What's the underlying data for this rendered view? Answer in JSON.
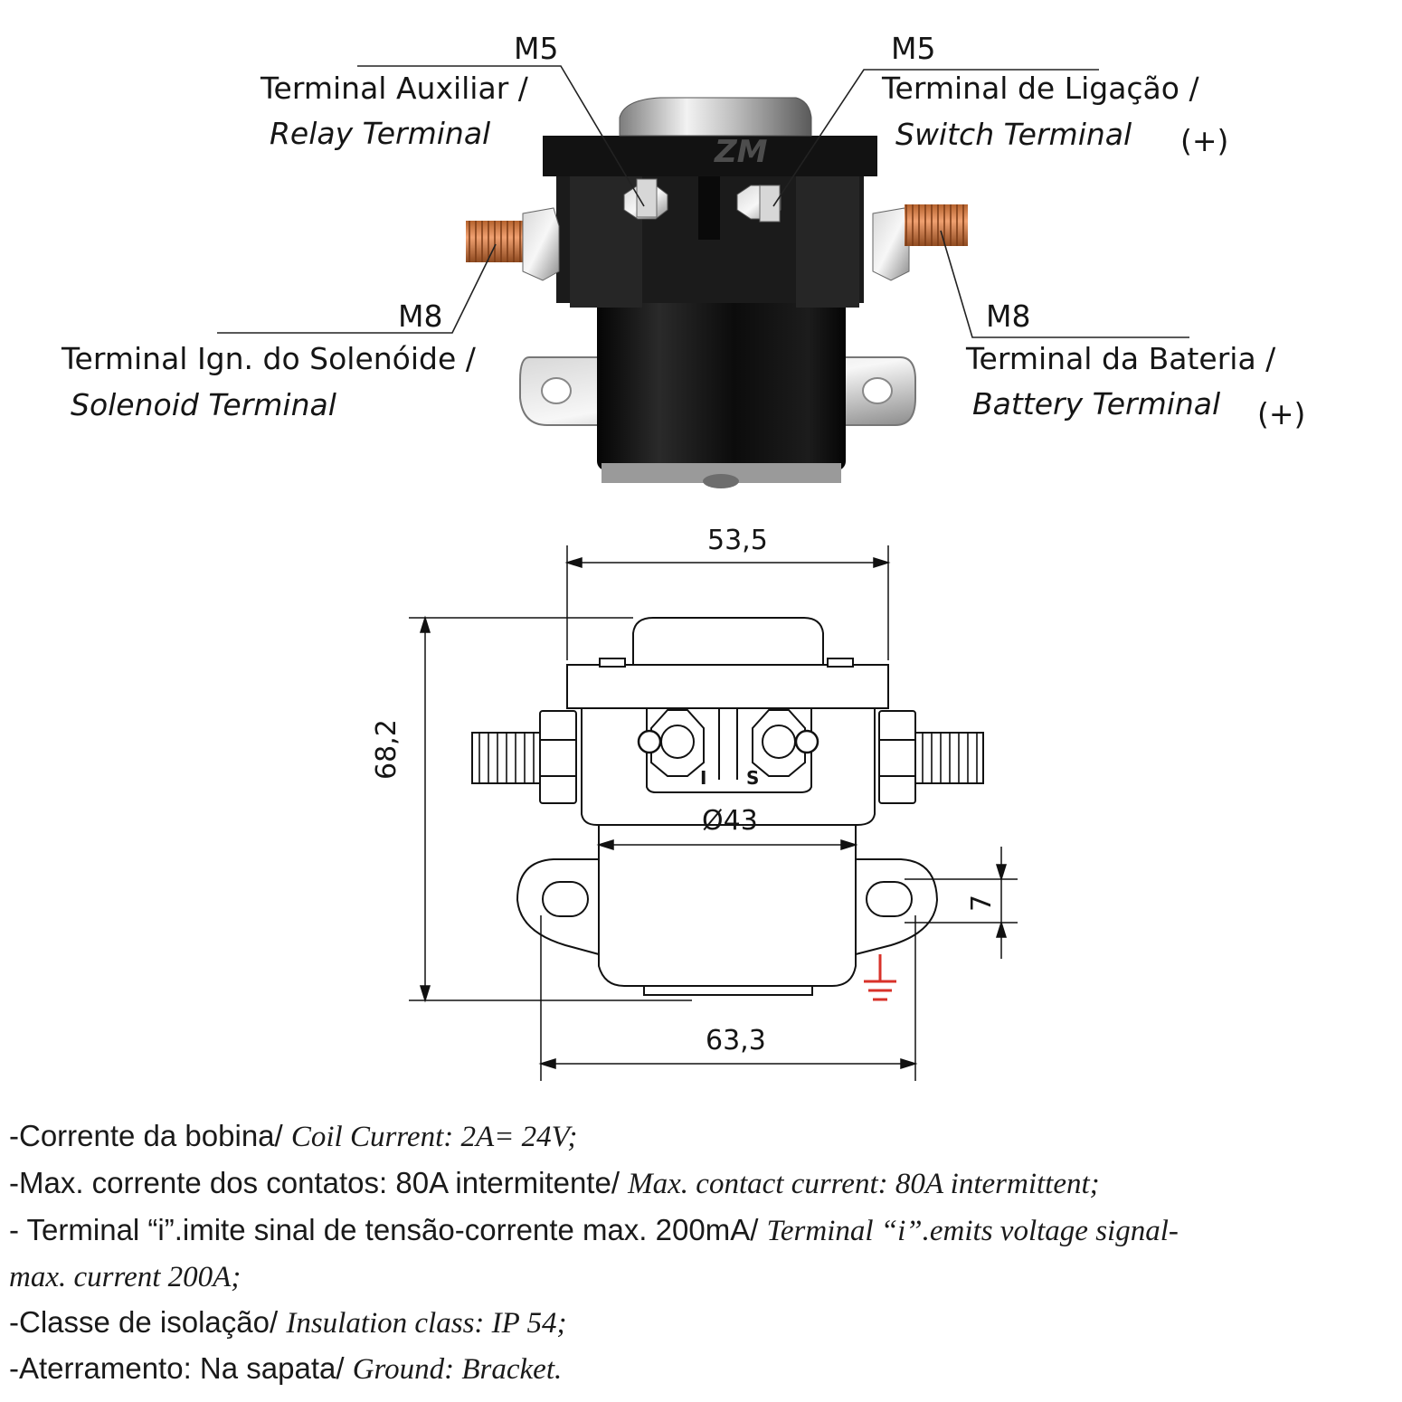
{
  "watermark": {
    "text": "ZM"
  },
  "top_labels": {
    "relay": {
      "size": "M5",
      "pt": "Terminal Auxiliar /",
      "en": "Relay Terminal"
    },
    "switch": {
      "size": "M5",
      "pt": "Terminal de Ligação /",
      "en": "Switch Terminal",
      "polarity": "(+)"
    },
    "solenoid": {
      "size": "M8",
      "pt": "Terminal Ign. do Solenóide /",
      "en": "Solenoid Terminal"
    },
    "battery": {
      "size": "M8",
      "pt": "Terminal da Bateria /",
      "en": "Battery Terminal",
      "polarity": "(+)"
    }
  },
  "dimensions": {
    "width_top": "53,5",
    "height": "68,2",
    "diameter": "Ø43",
    "hole": "7",
    "width_bottom": "63,3",
    "terminal_i": "I",
    "terminal_s": "S"
  },
  "specs": [
    {
      "pt": "-Corrente da bobina/ ",
      "en": "Coil Current: 2A= 24V;"
    },
    {
      "pt": "-Max. corrente dos contatos: 80A intermitente/ ",
      "en": "Max. contact current: 80A intermittent;"
    },
    {
      "pt": "- Terminal “i”.imite sinal de tensão-corrente max. 200mA/ ",
      "en": "Terminal “i”.emits voltage signal-"
    },
    {
      "pt": "",
      "en": "max. current 200A;"
    },
    {
      "pt": "-Classe de isolação/ ",
      "en": "Insulation class: IP 54;"
    },
    {
      "pt": "-Aterramento: Na sapata/ ",
      "en": "Ground: Bracket."
    }
  ],
  "colors": {
    "ground_symbol": "#d8322a",
    "copper": "#d9824b",
    "body": "#141414"
  }
}
